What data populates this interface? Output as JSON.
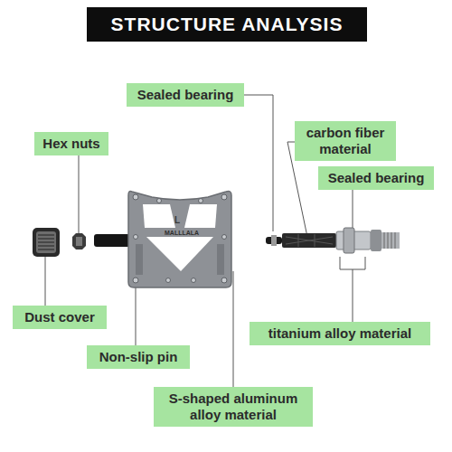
{
  "diagram": {
    "title": "STRUCTURE ANALYSIS",
    "nodes": [
      {
        "text": [
          "Sealed bearing"
        ]
      },
      {
        "text": [
          "Hex nuts"
        ]
      },
      {
        "text": [
          "carbon fiber material"
        ]
      },
      {
        "text": [
          "Sealed bearing"
        ]
      },
      {
        "text": [
          "Dust cover"
        ]
      },
      {
        "text": [
          "titanium alloy material"
        ]
      },
      {
        "text": [
          "Non-slip pin"
        ]
      },
      {
        "text": [
          "S-shaped aluminum alloy material"
        ]
      }
    ],
    "labels": [
      "L",
      "MALLLALA"
    ]
  }
}
